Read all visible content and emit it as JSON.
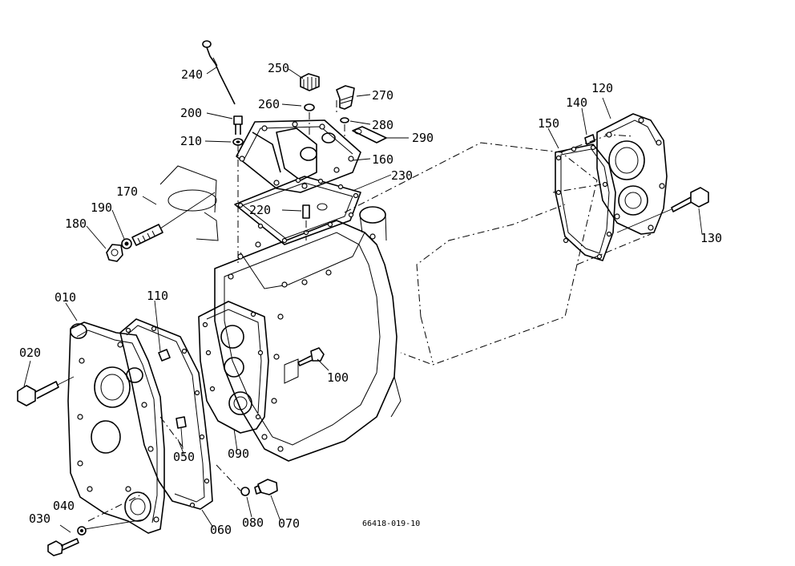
{
  "labels": [
    {
      "id": "240",
      "text": "240"
    },
    {
      "id": "250",
      "text": "250"
    },
    {
      "id": "270",
      "text": "270"
    },
    {
      "id": "260",
      "text": "260"
    },
    {
      "id": "280",
      "text": "280"
    },
    {
      "id": "200",
      "text": "200"
    },
    {
      "id": "290",
      "text": "290"
    },
    {
      "id": "210",
      "text": "210"
    },
    {
      "id": "160",
      "text": "160"
    },
    {
      "id": "230",
      "text": "230"
    },
    {
      "id": "170",
      "text": "170"
    },
    {
      "id": "220",
      "text": "220"
    },
    {
      "id": "190",
      "text": "190"
    },
    {
      "id": "180",
      "text": "180"
    },
    {
      "id": "150",
      "text": "150"
    },
    {
      "id": "140",
      "text": "140"
    },
    {
      "id": "120",
      "text": "120"
    },
    {
      "id": "130",
      "text": "130"
    },
    {
      "id": "010",
      "text": "010"
    },
    {
      "id": "110",
      "text": "110"
    },
    {
      "id": "020",
      "text": "020"
    },
    {
      "id": "100",
      "text": "100"
    },
    {
      "id": "090",
      "text": "090"
    },
    {
      "id": "050",
      "text": "050"
    },
    {
      "id": "060",
      "text": "060"
    },
    {
      "id": "080",
      "text": "080"
    },
    {
      "id": "070",
      "text": "070"
    },
    {
      "id": "030",
      "text": "030"
    },
    {
      "id": "040",
      "text": "040"
    }
  ],
  "drawing_number": "66418-019-10"
}
